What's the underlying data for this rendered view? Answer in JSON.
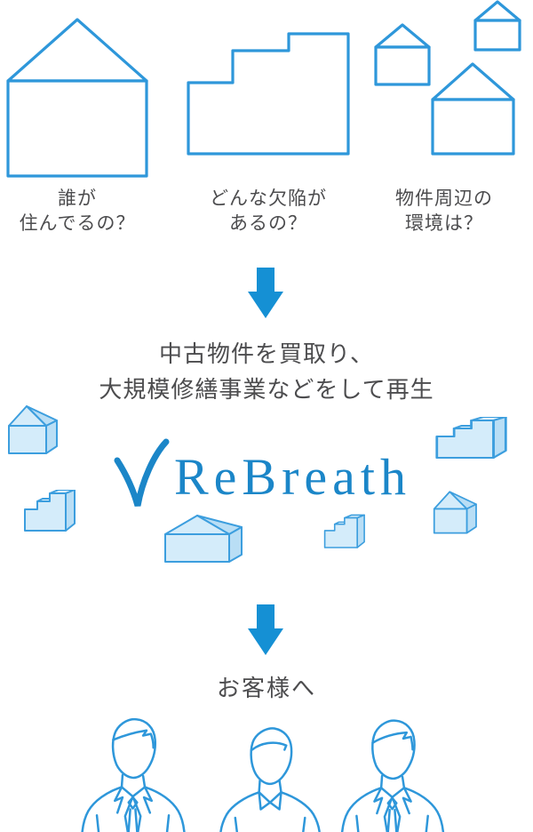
{
  "brand": {
    "name": "ReBreath"
  },
  "questions": [
    {
      "line1": "誰が",
      "line2": "住んでるの？"
    },
    {
      "line1": "どんな欠陥が",
      "line2": "あるの？"
    },
    {
      "line1": "物件周辺の",
      "line2": "環境は？"
    }
  ],
  "process": {
    "line1": "中古物件を買取り、",
    "line2": "大規模修繕事業などをして再生"
  },
  "result": {
    "label": "お客様へ"
  },
  "colors": {
    "line_blue": "#2e97da",
    "arrow_blue": "#1590d4",
    "logo_blue": "#1b86c8",
    "fill_light": "#d4ecfa",
    "fill_shade": "#b9def5",
    "fill_top": "#e2f3fc",
    "outline_fill_blue": "#3c9ede",
    "text_gray": "#4c4c4e"
  }
}
